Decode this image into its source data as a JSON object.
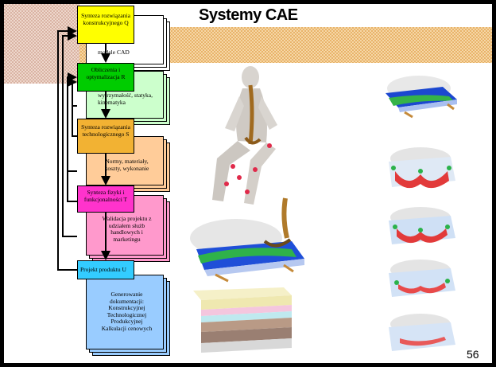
{
  "slide": {
    "title": "Systemy CAE",
    "page_number": "56"
  },
  "colors": {
    "stage_q": "#ffff00",
    "stage_r": "#00cc00",
    "stage_s": "#f2b233",
    "stage_t": "#ff33cc",
    "stage_u": "#33ccff"
  },
  "stages": [
    {
      "label": "Synteza rozwiązania konstrukcyjnego Q",
      "note": "modele CAD"
    },
    {
      "label": "Obliczenia i optymalizacja R",
      "note": "wytrzymałość, statyka, kinematyka"
    },
    {
      "label": "Synteza rozwiązania technologicznego S",
      "note": "Normy, materiały, koszty, wykonanie"
    },
    {
      "label": "Synteza fizyki i funkcjonalności T",
      "note": "Walidacja projektu z udziałem służb handlowych i marketingu"
    },
    {
      "label": "Projekt produktu U",
      "note": "Generowanie dokumentacji: Konstrukcyjnej Technologicznej Produkcyjnej Kalkulacji cenowych"
    }
  ]
}
